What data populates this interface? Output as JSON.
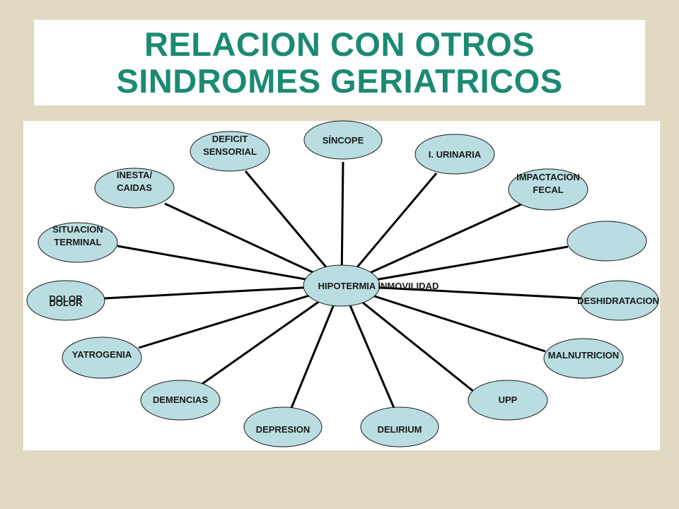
{
  "title": {
    "line1": "RELACION CON OTROS",
    "line2": "SINDROMES GERIATRICOS"
  },
  "colors": {
    "title": "#1c8a73",
    "node_fill": "#b9dde1",
    "node_border": "#1a1a1a",
    "connector": "#000000",
    "background": "#e2d9c2"
  },
  "center": {
    "text": "HIPOTERMIA INMOVILIDAD"
  },
  "nodes": [
    {
      "id": "sincope",
      "lines": [
        "SÍNCOPE"
      ]
    },
    {
      "id": "i-urinaria",
      "lines": [
        "I. URINARIA"
      ]
    },
    {
      "id": "impactacion-fecal",
      "lines": [
        "IMPACTACION",
        "FECAL"
      ]
    },
    {
      "id": "blank",
      "lines": []
    },
    {
      "id": "deshidratacion",
      "lines": [
        "DESHIDRATACION"
      ]
    },
    {
      "id": "malnutricion",
      "lines": [
        "MALNUTRICION"
      ]
    },
    {
      "id": "upp",
      "lines": [
        "UPP"
      ]
    },
    {
      "id": "delirium",
      "lines": [
        "DELIRIUM"
      ]
    },
    {
      "id": "depresion",
      "lines": [
        "DEPRESION"
      ]
    },
    {
      "id": "demencias",
      "lines": [
        "DEMENCIAS"
      ]
    },
    {
      "id": "yatrogenia",
      "lines": [
        "YATROGENIA"
      ]
    },
    {
      "id": "dolor",
      "lines": [
        "DOLOR",
        "DOLOR"
      ]
    },
    {
      "id": "situacion-terminal",
      "lines": [
        "SITUACION",
        "TERMINAL"
      ]
    },
    {
      "id": "inesta-caidas",
      "lines": [
        "INESTA/",
        "CAIDAS"
      ]
    },
    {
      "id": "deficit-sensorial",
      "lines": [
        "DEFICIT",
        "SENSORIAL"
      ]
    }
  ]
}
